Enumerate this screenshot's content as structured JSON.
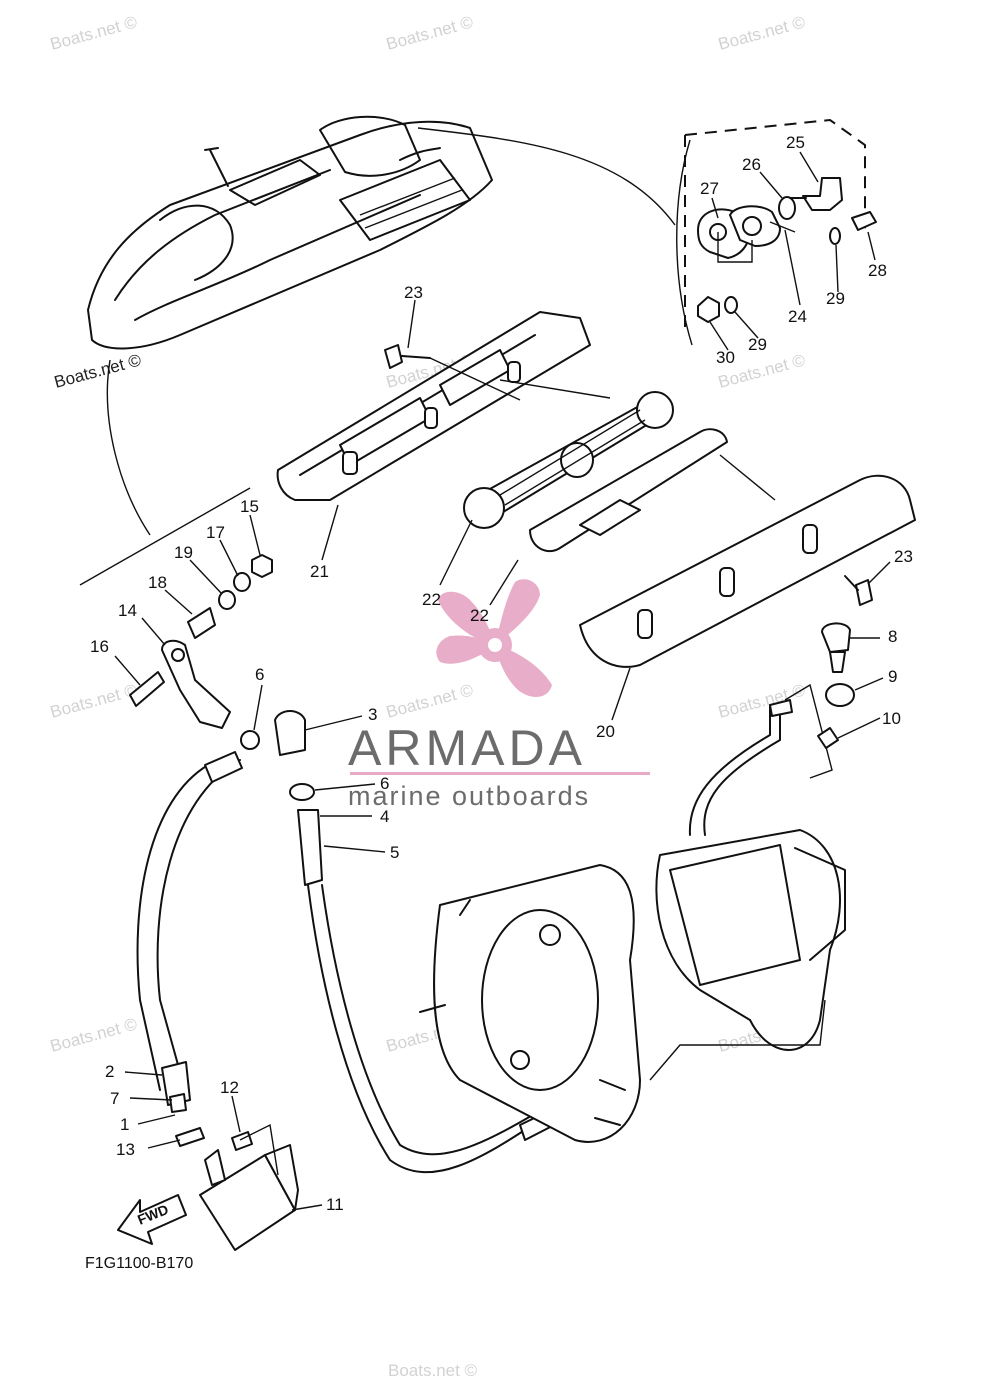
{
  "watermarks": [
    {
      "text": "Boats.net ©"
    },
    {
      "text": "Boats.net ©"
    },
    {
      "text": "Boats.net ©"
    },
    {
      "text": "Boats.net ©"
    },
    {
      "text": "Boats.net ©"
    },
    {
      "text": "Boats.net ©"
    },
    {
      "text": "Boats.net ©"
    },
    {
      "text": "Boats.net ©"
    },
    {
      "text": "Boats.net ©"
    },
    {
      "text": "Boats.net ©"
    },
    {
      "text": "Boats.net ©"
    },
    {
      "text": "Boats.net ©"
    },
    {
      "text": "Boats.net ©"
    }
  ],
  "logo": {
    "brand": "ARMADA",
    "tagline": "marine outboards",
    "accent_color": "#e7a9c6",
    "text_color": "#6c6c6c"
  },
  "callouts": [
    "23",
    "25",
    "26",
    "27",
    "28",
    "29",
    "24",
    "30",
    "29",
    "15",
    "17",
    "19",
    "18",
    "14",
    "16",
    "21",
    "22",
    "22",
    "23",
    "8",
    "9",
    "10",
    "20",
    "6",
    "3",
    "6",
    "4",
    "5",
    "2",
    "7",
    "1",
    "13",
    "12",
    "11"
  ],
  "fwd_label": "FWD",
  "diagram_code": "F1G1100-B170"
}
